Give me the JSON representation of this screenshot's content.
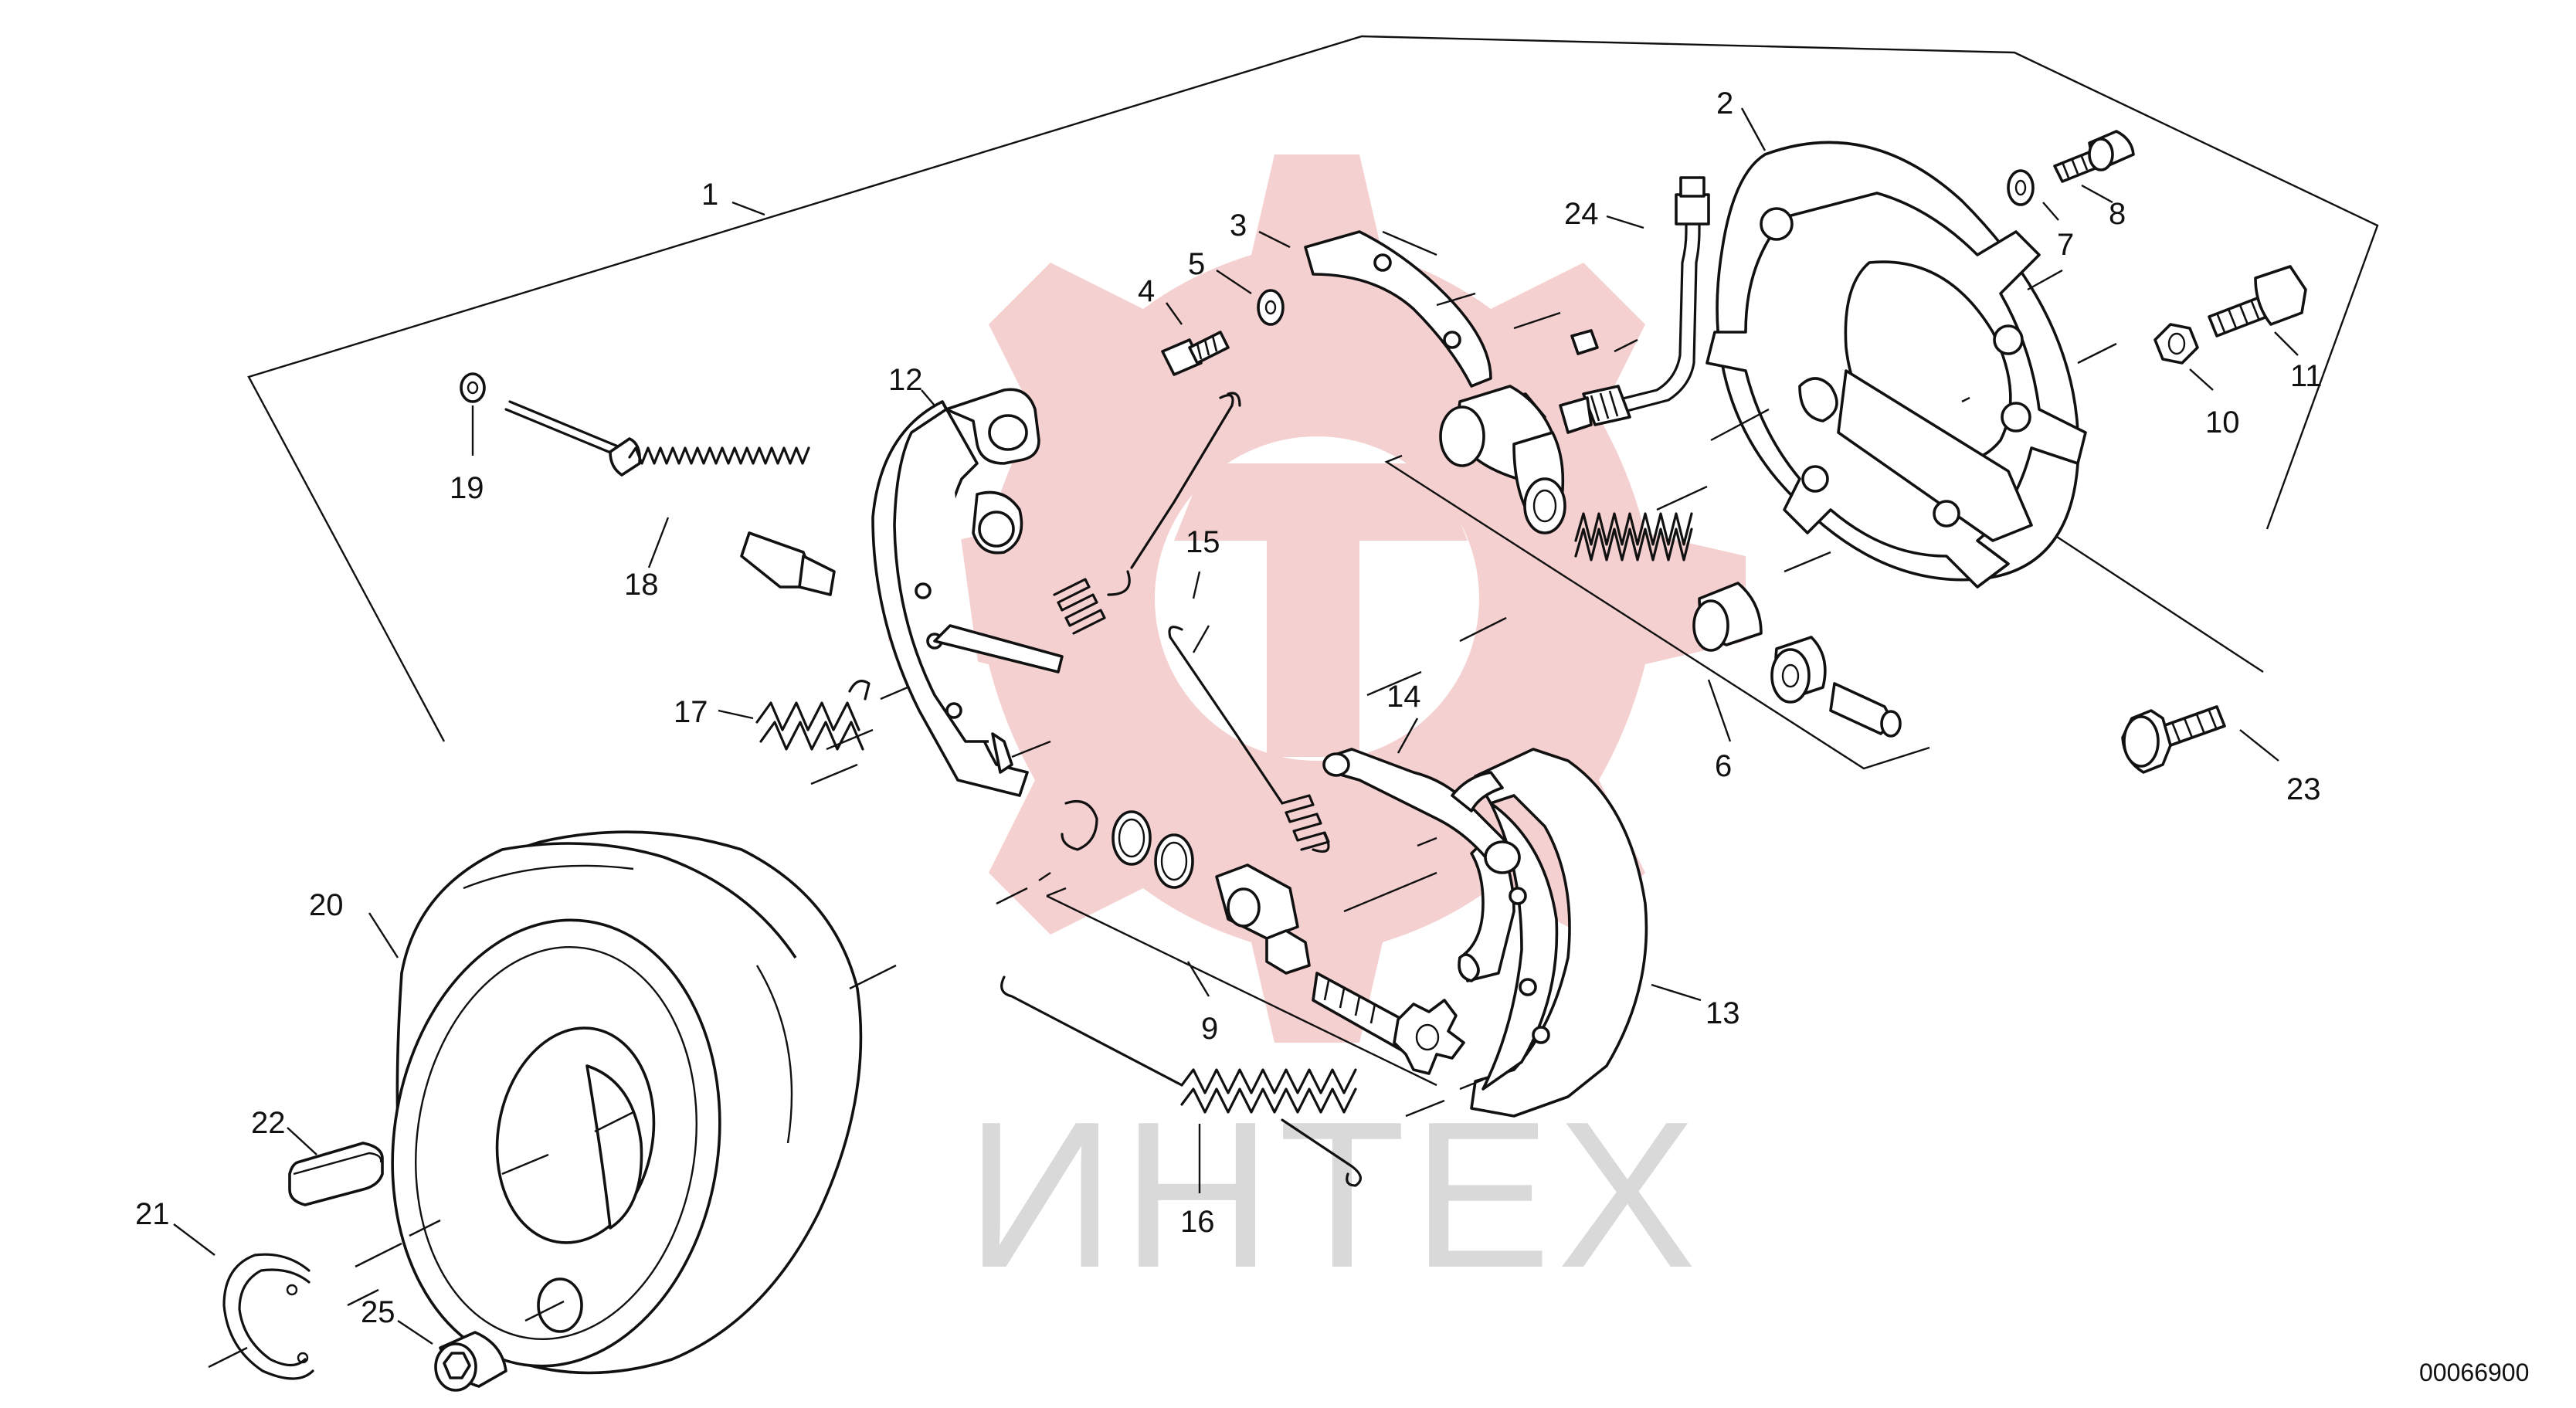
{
  "diagram": {
    "drawing_number": "00066900",
    "watermark_text": "ИНТЕХ",
    "watermark_color": "#f3c8c8",
    "parts": [
      {
        "id": "1",
        "label": "1"
      },
      {
        "id": "2",
        "label": "2"
      },
      {
        "id": "3",
        "label": "3"
      },
      {
        "id": "4",
        "label": "4"
      },
      {
        "id": "5",
        "label": "5"
      },
      {
        "id": "6",
        "label": "6"
      },
      {
        "id": "7",
        "label": "7"
      },
      {
        "id": "8",
        "label": "8"
      },
      {
        "id": "9",
        "label": "9"
      },
      {
        "id": "10",
        "label": "10"
      },
      {
        "id": "11",
        "label": "11"
      },
      {
        "id": "12",
        "label": "12"
      },
      {
        "id": "13",
        "label": "13"
      },
      {
        "id": "14",
        "label": "14"
      },
      {
        "id": "15",
        "label": "15"
      },
      {
        "id": "16",
        "label": "16"
      },
      {
        "id": "17",
        "label": "17"
      },
      {
        "id": "18",
        "label": "18"
      },
      {
        "id": "19",
        "label": "19"
      },
      {
        "id": "20",
        "label": "20"
      },
      {
        "id": "21",
        "label": "21"
      },
      {
        "id": "22",
        "label": "22"
      },
      {
        "id": "23",
        "label": "23"
      },
      {
        "id": "24",
        "label": "24"
      },
      {
        "id": "25",
        "label": "25"
      }
    ]
  }
}
